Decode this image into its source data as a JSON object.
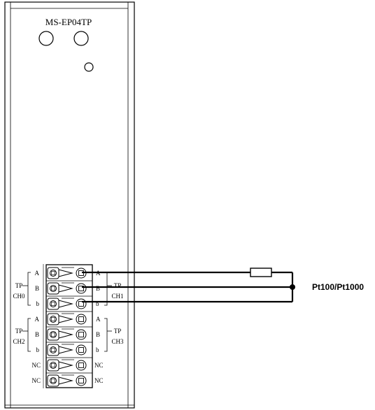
{
  "module": {
    "model": "MS-EP04TP"
  },
  "channels": {
    "left_top": {
      "prefix": "TP",
      "name": "CH0"
    },
    "left_bottom": {
      "prefix": "TP",
      "name": "CH2"
    },
    "right_top": {
      "prefix": "TP",
      "name": "CH1"
    },
    "right_bottom": {
      "prefix": "TP",
      "name": "CH3"
    }
  },
  "terminals": {
    "left": [
      "A",
      "B",
      "b",
      "A",
      "B",
      "b",
      "NC",
      "NC"
    ],
    "right": [
      "A",
      "B",
      "b",
      "A",
      "B",
      "b",
      "NC",
      "NC"
    ]
  },
  "sensor": {
    "label": "Pt100/Pt1000"
  },
  "colors": {
    "line": "#000000",
    "background": "#ffffff"
  }
}
